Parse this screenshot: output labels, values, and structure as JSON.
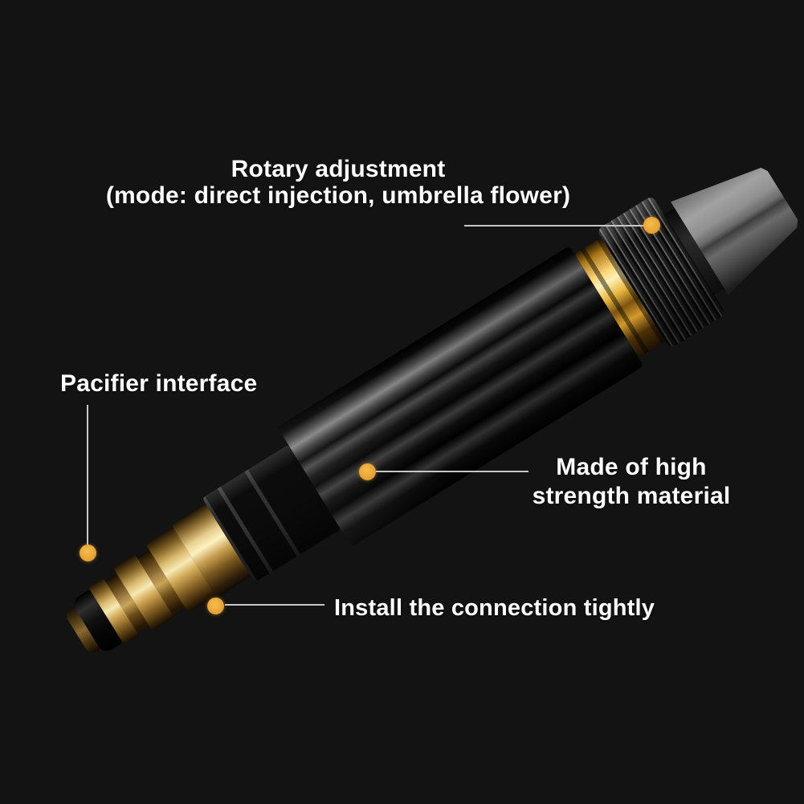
{
  "scene": {
    "background_color": "#131313",
    "description": "Black-background product infographic of a high-pressure hose spray nozzle laid diagonally with four annotated callouts"
  },
  "callouts": {
    "rotary": {
      "line1": "Rotary adjustment",
      "line2": "(mode: direct injection, umbrella flower)"
    },
    "pacifier": {
      "label": "Pacifier interface"
    },
    "material": {
      "line1": "Made of high",
      "line2": "strength material"
    },
    "install": {
      "label": "Install the connection tightly"
    }
  },
  "colors": {
    "text": "#FFFFFF",
    "marker_dot": "#E8A636",
    "callout_line": "#C7C7C7",
    "brass_connector": "#D2AB58",
    "gold_band": "#EAB63E",
    "nozzle_body": "#1A1A1A",
    "knurled_ring": "#2B2B2B",
    "tip_cone": "#8F8F8F"
  },
  "product": {
    "type": "high-pressure water spray nozzle"
  }
}
